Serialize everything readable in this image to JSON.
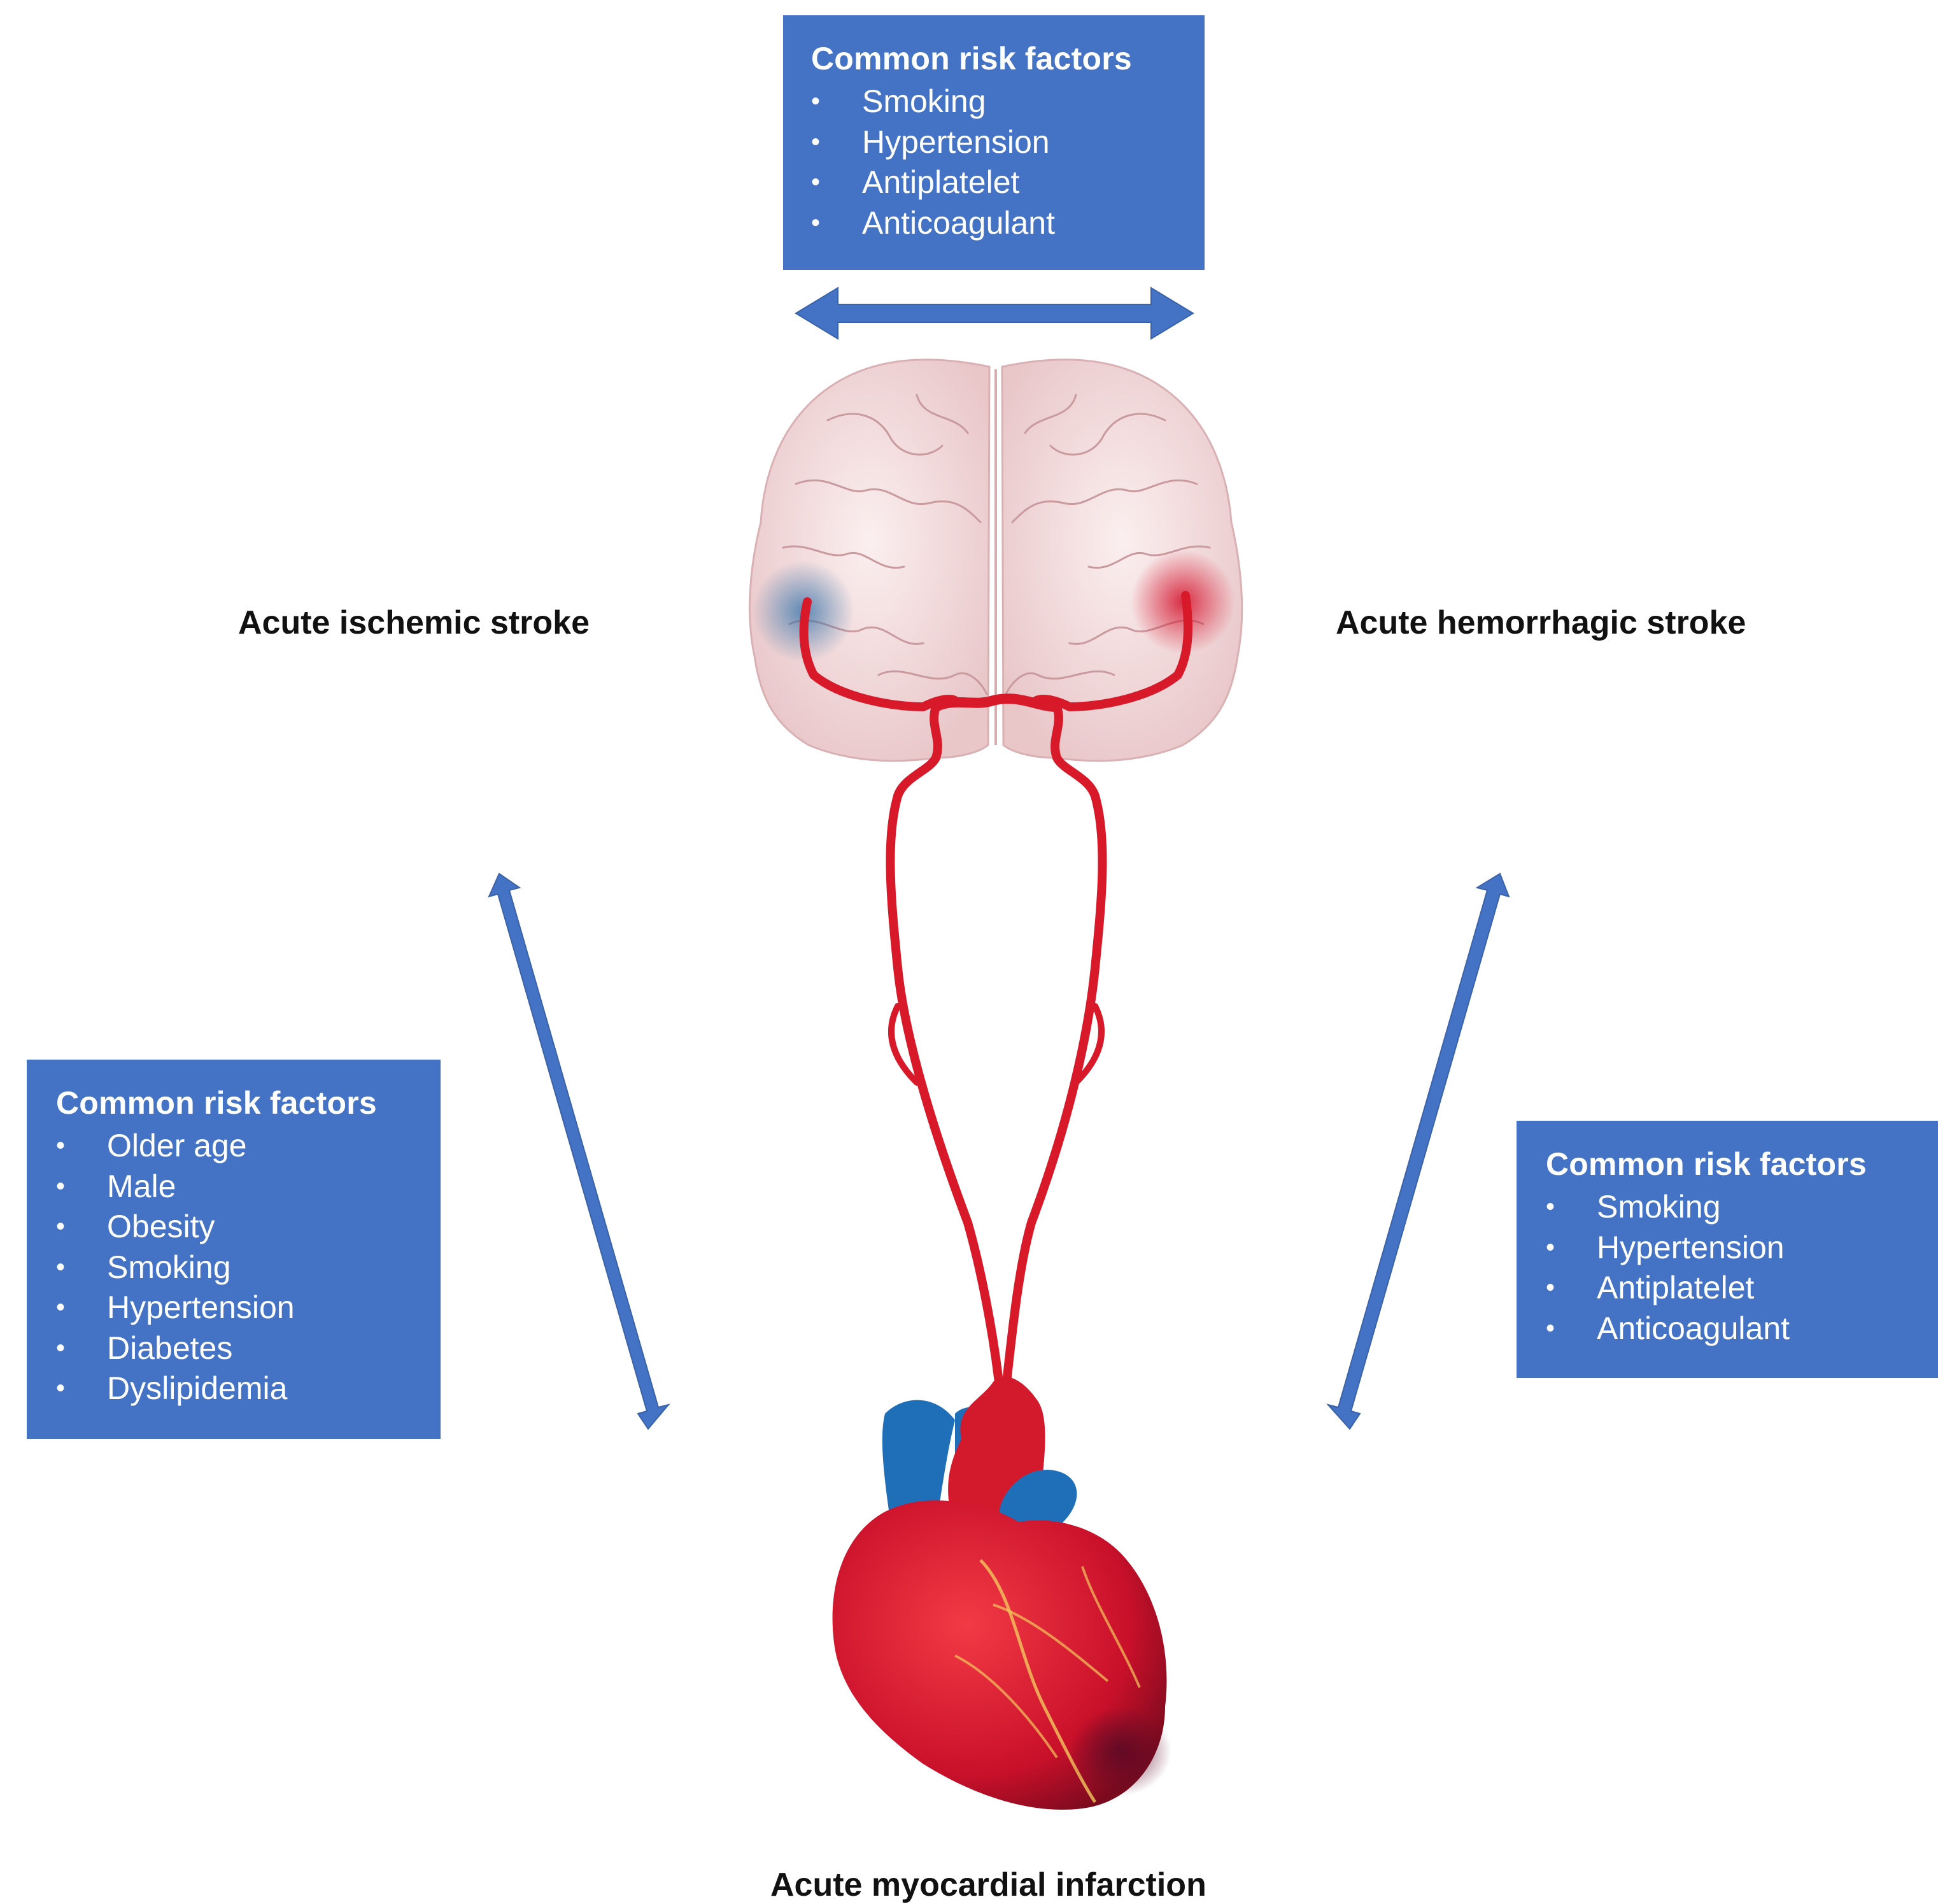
{
  "boxes": {
    "top": {
      "title": "Common risk factors",
      "items": [
        "Smoking",
        "Hypertension",
        "Antiplatelet",
        "Anticoagulant"
      ]
    },
    "left": {
      "title": "Common risk factors",
      "items": [
        "Older age",
        "Male",
        "Obesity",
        "Smoking",
        "Hypertension",
        "Diabetes",
        "Dyslipidemia"
      ]
    },
    "right": {
      "title": "Common risk factors",
      "items": [
        "Smoking",
        "Hypertension",
        "Antiplatelet",
        "Anticoagulant"
      ]
    }
  },
  "labels": {
    "ischemic": "Acute ischemic stroke",
    "hemorrhagic": "Acute hemorrhagic stroke",
    "mi": "Acute myocardial infarction"
  },
  "colors": {
    "box": "#4472C4",
    "arrow": "#4472C4",
    "artery": "#D7192A",
    "brain": "#F3DADB",
    "vein": "#1F6FB8"
  }
}
